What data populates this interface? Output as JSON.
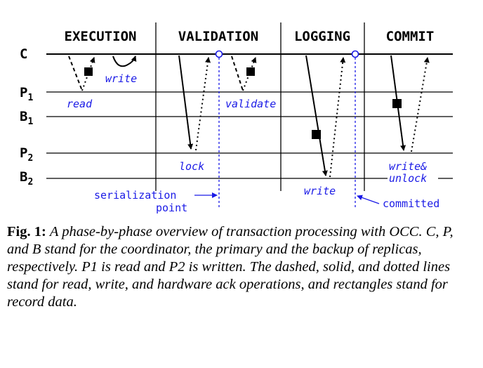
{
  "phases": [
    "EXECUTION",
    "VALIDATION",
    "LOGGING",
    "COMMIT"
  ],
  "nodes": [
    {
      "main": "C",
      "sub": ""
    },
    {
      "main": "P",
      "sub": "1"
    },
    {
      "main": "B",
      "sub": "1"
    },
    {
      "main": "P",
      "sub": "2"
    },
    {
      "main": "B",
      "sub": "2"
    }
  ],
  "labels": {
    "write": "write",
    "read": "read",
    "validate": "validate",
    "lock": "lock",
    "logging_write": "write",
    "commit_write": "write&",
    "commit_unlock": "unlock",
    "serialization": "serialization",
    "point": "point",
    "committed": "committed"
  },
  "caption": {
    "lead": "Fig. 1:",
    "body": "A phase-by-phase overview of transaction processing with OCC. C, P, and B stand for the coordinator, the primary and the backup of replicas, respectively. P1 is read and P2 is written. The dashed, solid, and dotted lines stand for read, write, and hardware ack operations, and rectangles stand for record data."
  },
  "colors": {
    "line": "#000000",
    "annotation": "#1a1ae6"
  }
}
